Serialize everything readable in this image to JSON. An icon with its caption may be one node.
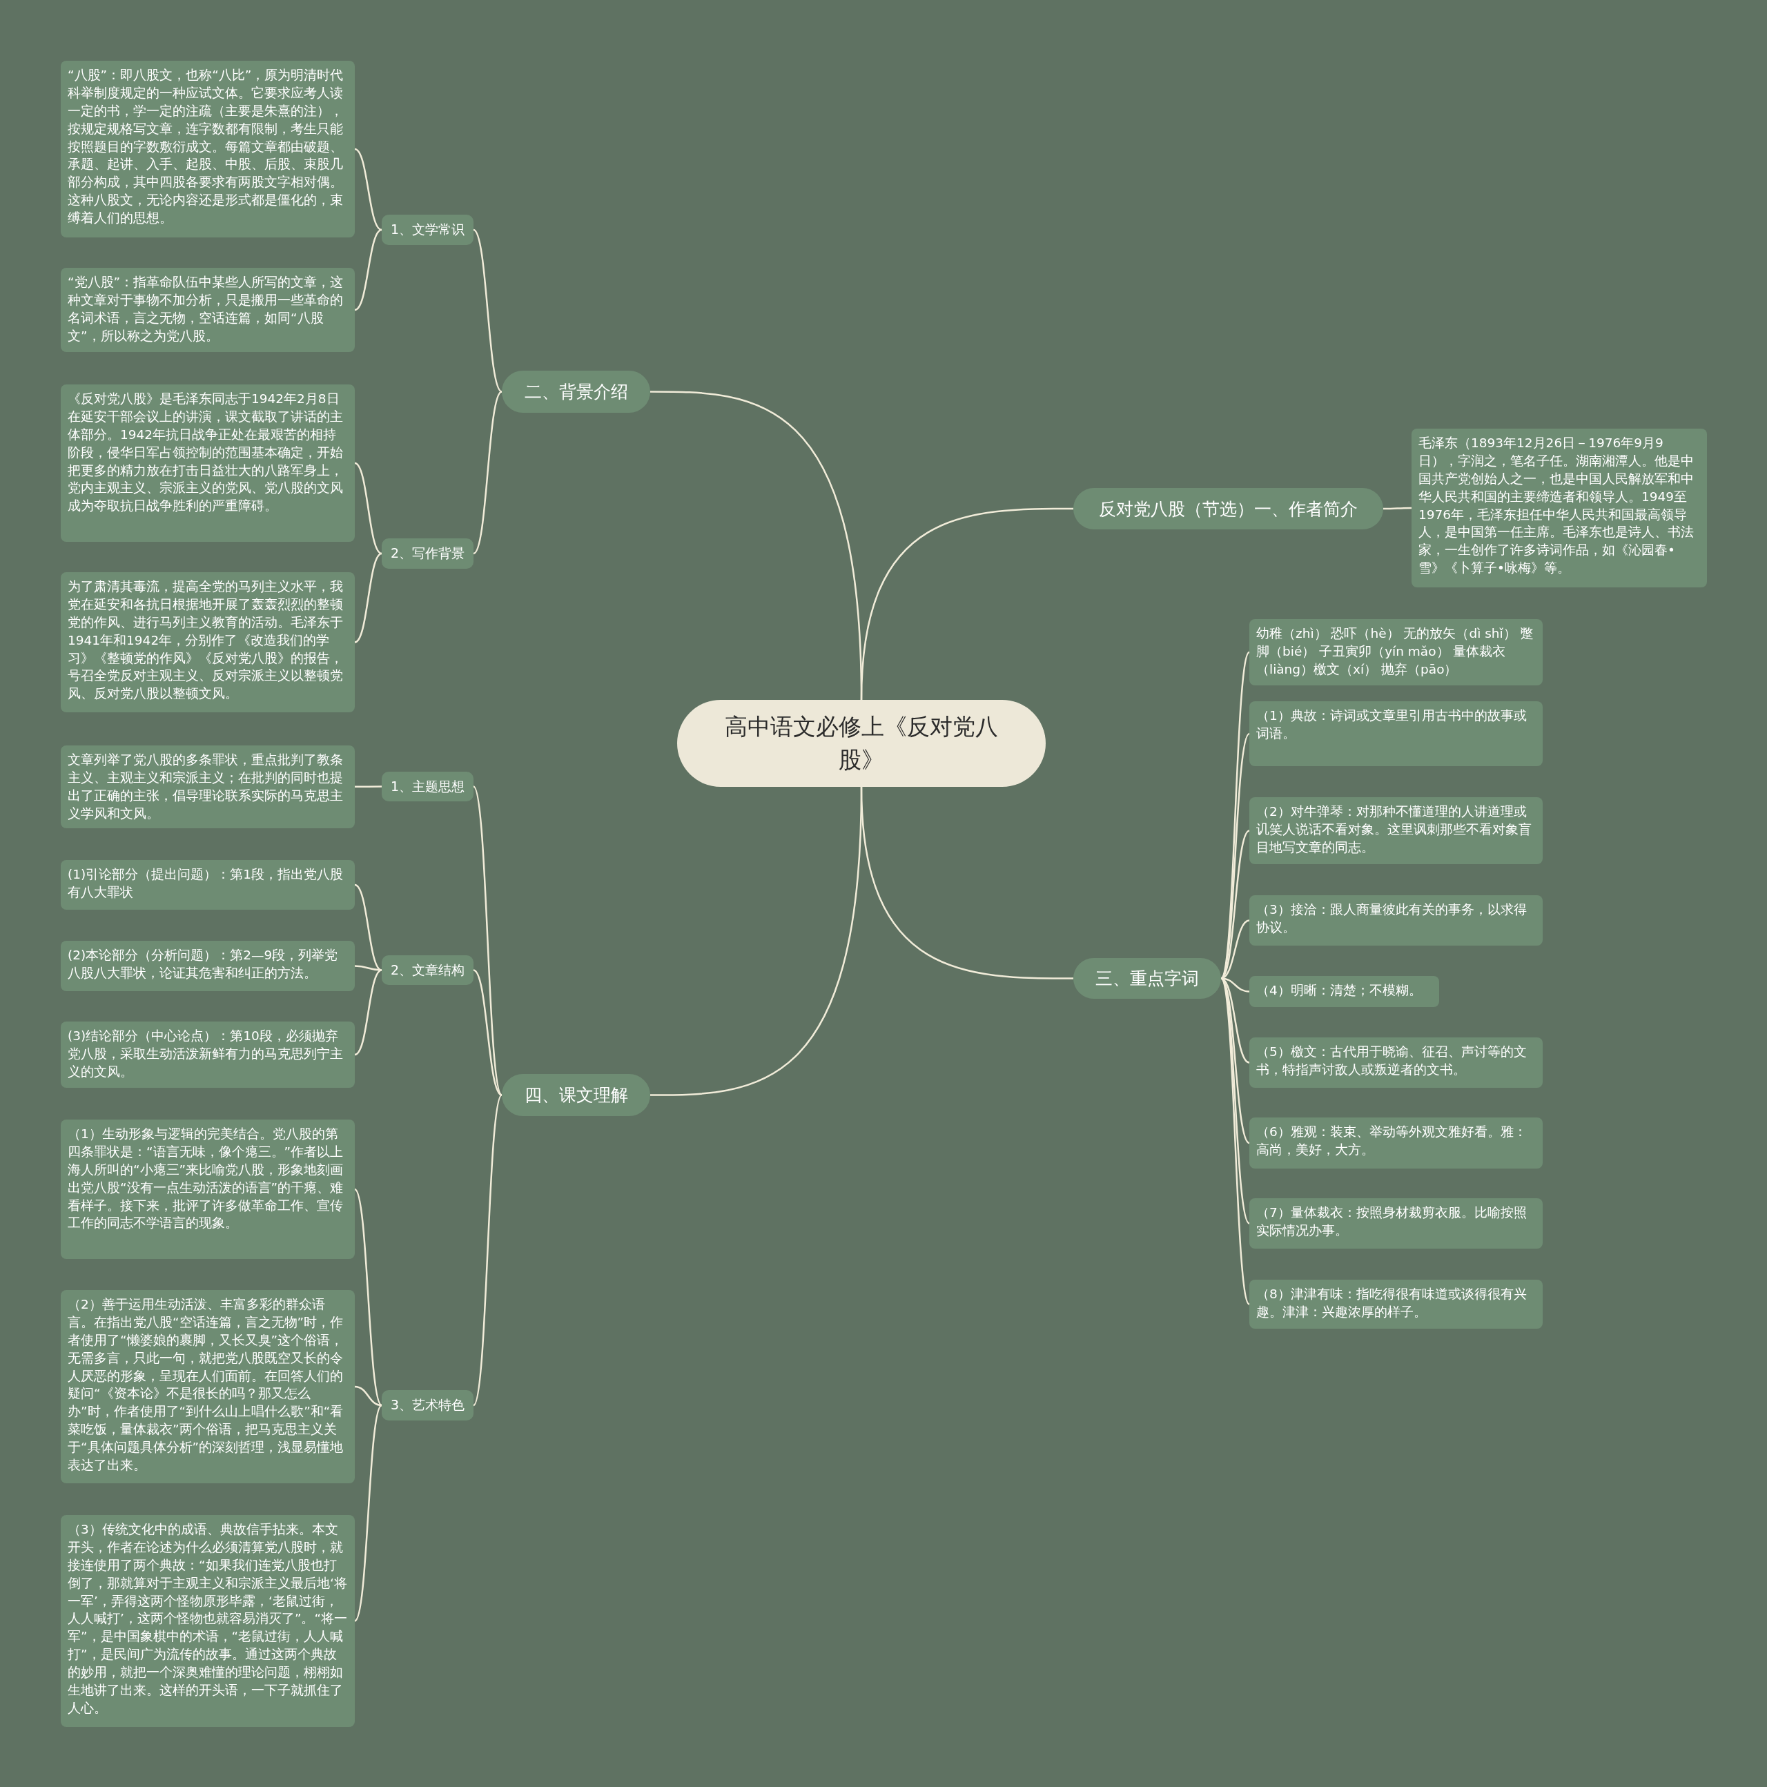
{
  "diagram": {
    "nodes": [
      {
        "text": [
          "高中语文必修上《反对党八股》"
        ]
      },
      {
        "text": [
          "二、背景介绍"
        ]
      },
      {
        "text": [
          "1、文学常识"
        ]
      },
      {
        "text": [
          "“八股”：即八股文，也称“八比”，原为明清时代科举制度规定的一种应试文体。它要求应考人读一定的书，学一定的注疏（主要是朱熹的注），按规定规格写文章，连字数都有限制，考生只能按照题目的字数敷衍成文。每篇文章都由破题、承题、起讲、入手、起股、中股、后股、束股几部分构成，其中四股各要求有两股文字相对偶。这种八股文，无论内容还是形式都是僵化的，束缚着人们的思想。"
        ]
      },
      {
        "text": [
          "“党八股”：指革命队伍中某些人所写的文章，这种文章对于事物不加分析，只是搬用一些革命的名词术语，言之无物，空话连篇，如同“八股文”，所以称之为党八股。"
        ]
      },
      {
        "text": [
          "2、写作背景"
        ]
      },
      {
        "text": [
          "《反对党八股》是毛泽东同志于1942年2月8日在延安干部会议上的讲演，课文截取了讲话的主体部分。1942年抗日战争正处在最艰苦的相持阶段，侵华日军占领控制的范围基本确定，开始把更多的精力放在打击日益壮大的八路军身上，党内主观主义、宗派主义的党风、党八股的文风成为夺取抗日战争胜利的严重障碍。"
        ]
      },
      {
        "text": [
          "为了肃清其毒流，提高全党的马列主义水平，我党在延安和各抗日根据地开展了轰轰烈烈的整顿党的作风、进行马列主义教育的活动。毛泽东于1941年和1942年，分别作了《改造我们的学习》《整顿党的作风》《反对党八股》的报告，号召全党反对主观主义、反对宗派主义以整顿党风、反对党八股以整顿文风。"
        ]
      },
      {
        "text": [
          "反对党八股（节选）一、作者简介"
        ]
      },
      {
        "text": [
          "毛泽东（1893年12月26日－1976年9月9日），字润之，笔名子任。湖南湘潭人。他是中国共产党创始人之一，也是中国人民解放军和中华人民共和国的主要缔造者和领导人。1949至1976年，毛泽东担任中华人民共和国最高领导人，是中国第一任主席。毛泽东也是诗人、书法家，一生创作了许多诗词作品，如《沁园春•雪》《卜算子•咏梅》等。"
        ]
      },
      {
        "text": [
          "三、重点字词"
        ]
      },
      {
        "text": [
          "幼稚（zhì） 恐吓（hè） 无的放矢（dì shǐ） 蹩脚（bié） 子丑寅卯（yín mǎo） 量体裁衣（liàng）檄文（xí） 抛弃（pāo）"
        ]
      },
      {
        "text": [
          "（1）典故：诗词或文章里引用古书中的故事或词语。"
        ]
      },
      {
        "text": [
          "（2）对牛弹琴：对那种不懂道理的人讲道理或讥笑人说话不看对象。这里讽刺那些不看对象盲目地写文章的同志。"
        ]
      },
      {
        "text": [
          "（3）接洽：跟人商量彼此有关的事务，以求得协议。"
        ]
      },
      {
        "text": [
          "（4）明晰：清楚；不模糊。"
        ]
      },
      {
        "text": [
          "（5）檄文：古代用于晓谕、征召、声讨等的文书，特指声讨敌人或叛逆者的文书。"
        ]
      },
      {
        "text": [
          "（6）雅观：装束、举动等外观文雅好看。雅：高尚，美好，大方。"
        ]
      },
      {
        "text": [
          "（7）量体裁衣：按照身材裁剪衣服。比喻按照实际情况办事。"
        ]
      },
      {
        "text": [
          "（8）津津有味：指吃得很有味道或谈得很有兴趣。津津：兴趣浓厚的样子。"
        ]
      },
      {
        "text": [
          "四、课文理解"
        ]
      },
      {
        "text": [
          "1、主题思想"
        ]
      },
      {
        "text": [
          "文章列举了党八股的多条罪状，重点批判了教条主义、主观主义和宗派主义；在批判的同时也提出了正确的主张，倡导理论联系实际的马克思主义学风和文风。"
        ]
      },
      {
        "text": [
          "2、文章结构"
        ]
      },
      {
        "text": [
          "(1)引论部分（提出问题）：第1段，指出党八股有八大罪状"
        ]
      },
      {
        "text": [
          "(2)本论部分（分析问题）：第2—9段，列举党八股八大罪状，论证其危害和纠正的方法。"
        ]
      },
      {
        "text": [
          "(3)结论部分（中心论点）：第10段，必须抛弃党八股，采取生动活泼新鲜有力的马克思列宁主义的文风。"
        ]
      },
      {
        "text": [
          "3、艺术特色"
        ]
      },
      {
        "text": [
          "（1）生动形象与逻辑的完美结合。党八股的第四条罪状是：“语言无味，像个瘪三。”作者以上海人所叫的“小瘪三”来比喻党八股，形象地刻画出党八股“没有一点生动活泼的语言”的干瘪、难看样子。接下来，批评了许多做革命工作、宣传工作的同志不学语言的现象。"
        ]
      },
      {
        "text": [
          "（2）善于运用生动活泼、丰富多彩的群众语言。在指出党八股“空话连篇，言之无物”时，作者使用了“懒婆娘的裹脚，又长又臭”这个俗语，无需多言，只此一句，就把党八股既空又长的令人厌恶的形象，呈现在人们面前。在回答人们的疑问“《资本论》不是很长的吗？那又怎么办”时，作者使用了“到什么山上唱什么歌”和“看菜吃饭，量体裁衣”两个俗语，把马克思主义关于“具体问题具体分析”的深刻哲理，浅显易懂地表达了出来。"
        ]
      },
      {
        "text": [
          "（3）传统文化中的成语、典故信手拈来。本文开头，作者在论述为什么必须清算党八股时，就接连使用了两个典故：“如果我们连党八股也打倒了，那就算对于主观主义和宗派主义最后地‘将一军’，弄得这两个怪物原形毕露，‘老鼠过街，人人喊打’，这两个怪物也就容易消灭了”。“将一军”，是中国象棋中的术语，“老鼠过街，人人喊打”，是民间广为流传的故事。通过这两个典故的妙用，就把一个深奥难懂的理论问题，栩栩如生地讲了出来。这样的开头语，一下子就抓住了人心。"
        ]
      }
    ],
    "edges": [
      {
        "from": 0,
        "to": 1,
        "arrow": "none"
      },
      {
        "from": 1,
        "to": 2,
        "arrow": "none"
      },
      {
        "from": 2,
        "to": 3,
        "arrow": "none"
      },
      {
        "from": 2,
        "to": 4,
        "arrow": "none"
      },
      {
        "from": 1,
        "to": 5,
        "arrow": "none"
      },
      {
        "from": 5,
        "to": 6,
        "arrow": "none"
      },
      {
        "from": 5,
        "to": 7,
        "arrow": "none"
      },
      {
        "from": 0,
        "to": 8,
        "arrow": "none"
      },
      {
        "from": 8,
        "to": 9,
        "arrow": "none"
      },
      {
        "from": 0,
        "to": 10,
        "arrow": "none"
      },
      {
        "from": 10,
        "to": 11,
        "arrow": "none"
      },
      {
        "from": 10,
        "to": 12,
        "arrow": "none"
      },
      {
        "from": 10,
        "to": 13,
        "arrow": "none"
      },
      {
        "from": 10,
        "to": 14,
        "arrow": "none"
      },
      {
        "from": 10,
        "to": 15,
        "arrow": "none"
      },
      {
        "from": 10,
        "to": 16,
        "arrow": "none"
      },
      {
        "from": 10,
        "to": 17,
        "arrow": "none"
      },
      {
        "from": 10,
        "to": 18,
        "arrow": "none"
      },
      {
        "from": 10,
        "to": 19,
        "arrow": "none"
      },
      {
        "from": 0,
        "to": 20,
        "arrow": "none"
      },
      {
        "from": 20,
        "to": 21,
        "arrow": "none"
      },
      {
        "from": 21,
        "to": 22,
        "arrow": "none"
      },
      {
        "from": 20,
        "to": 23,
        "arrow": "none"
      },
      {
        "from": 23,
        "to": 24,
        "arrow": "none"
      },
      {
        "from": 23,
        "to": 25,
        "arrow": "none"
      },
      {
        "from": 23,
        "to": 26,
        "arrow": "none"
      },
      {
        "from": 20,
        "to": 27,
        "arrow": "none"
      },
      {
        "from": 27,
        "to": 28,
        "arrow": "none"
      },
      {
        "from": 27,
        "to": 29,
        "arrow": "none"
      },
      {
        "from": 27,
        "to": 30,
        "arrow": "none"
      }
    ]
  }
}
